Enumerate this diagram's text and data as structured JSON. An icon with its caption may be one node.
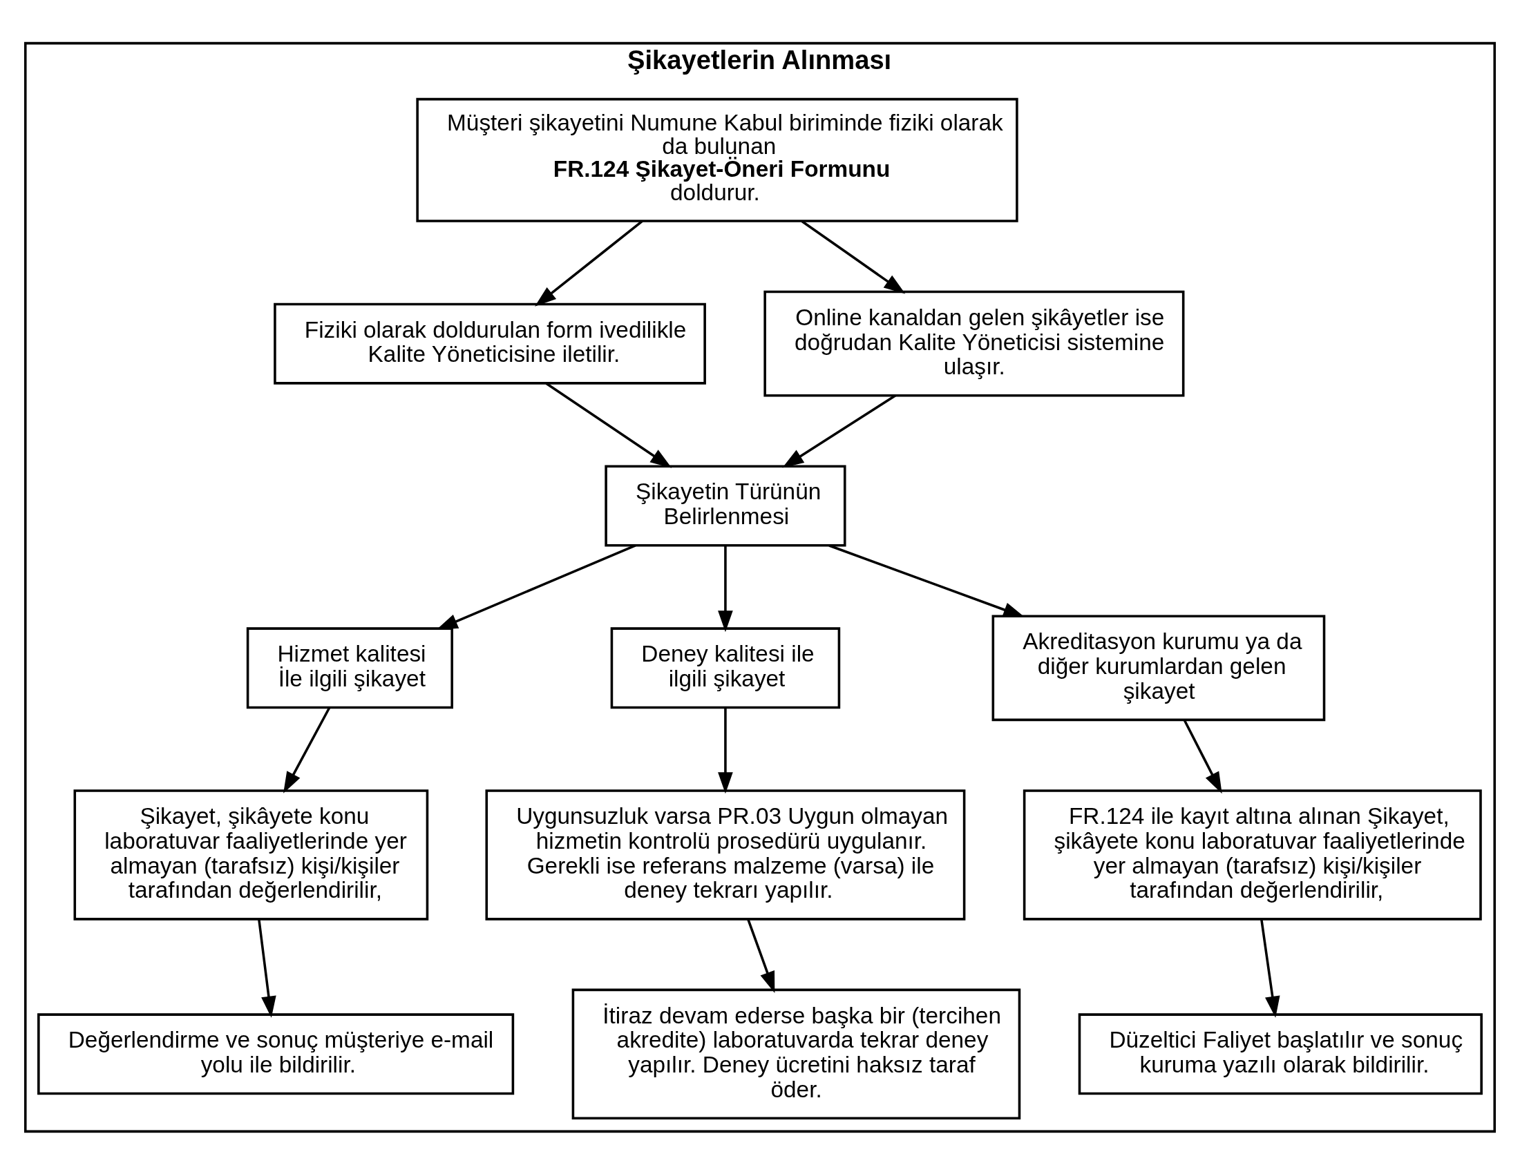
{
  "diagram": {
    "nodes": [
      {
        "text": [
          "Şikayetlerin Alınması"
        ]
      },
      {
        "text": [
          "Müşteri şikayetini Numune Kabul biriminde fiziki olarak da bulunan **FR.124 Şikayet-Öneri Formunu** doldurur."
        ],
        "in": 0
      },
      {
        "text": [
          "Fiziki olarak doldurulan form ivedilikle Kalite Yöneticisine iletilir."
        ],
        "in": 0
      },
      {
        "text": [
          "Online kanaldan gelen şikâyetler ise doğrudan Kalite Yöneticisi sistemine ulaşır."
        ],
        "in": 0
      },
      {
        "text": [
          "Şikayetin Türünün Belirlenmesi"
        ],
        "in": 0
      },
      {
        "text": [
          "Hizmet kalitesi İle ilgili şikayet"
        ],
        "in": 0
      },
      {
        "text": [
          "Deney kalitesi ile ilgili şikayet"
        ],
        "in": 0
      },
      {
        "text": [
          "Akreditasyon kurumu ya da diğer kurumlardan gelen şikayet"
        ],
        "in": 0
      },
      {
        "text": [
          "Şikayet, şikâyete konu laboratuvar faaliyetlerinde yer almayan (tarafsız) kişi/kişiler tarafından değerlendirilir,"
        ],
        "in": 0
      },
      {
        "text": [
          "Uygunsuzluk varsa PR.03 Uygun olmayan hizmetin kontrolü prosedürü uygulanır. Gerekli ise referans malzeme (varsa) ile deney tekrarı yapılır."
        ],
        "in": 0
      },
      {
        "text": [
          "FR.124 ile kayıt altına alınan Şikayet, şikâyete konu laboratuvar faaliyetlerinde yer almayan (tarafsız) kişi/kişiler tarafından değerlendirilir,"
        ],
        "in": 0
      },
      {
        "text": [
          "Değerlendirme ve sonuç müşteriye e-mail yolu ile bildirilir."
        ],
        "in": 0
      },
      {
        "text": [
          "İtiraz devam ederse başka bir (tercihen akredite) laboratuvarda tekrar deney yapılır. Deney ücretini haksız taraf öder."
        ],
        "in": 0
      },
      {
        "text": [
          "Düzeltici Faliyet başlatılır ve sonuç kuruma yazılı olarak bildirilir."
        ],
        "in": 0
      }
    ],
    "edges": [
      {
        "from": 1,
        "to": 2,
        "arrow": "to"
      },
      {
        "from": 1,
        "to": 3,
        "arrow": "to"
      },
      {
        "from": 2,
        "to": 4,
        "arrow": "to"
      },
      {
        "from": 3,
        "to": 4,
        "arrow": "to"
      },
      {
        "from": 4,
        "to": 5,
        "arrow": "to"
      },
      {
        "from": 4,
        "to": 6,
        "arrow": "to"
      },
      {
        "from": 4,
        "to": 7,
        "arrow": "to"
      },
      {
        "from": 5,
        "to": 8,
        "arrow": "to"
      },
      {
        "from": 6,
        "to": 9,
        "arrow": "to"
      },
      {
        "from": 7,
        "to": 10,
        "arrow": "to"
      },
      {
        "from": 8,
        "to": 11,
        "arrow": "to"
      },
      {
        "from": 9,
        "to": 12,
        "arrow": "to"
      },
      {
        "from": 10,
        "to": 13,
        "arrow": "to"
      }
    ]
  }
}
